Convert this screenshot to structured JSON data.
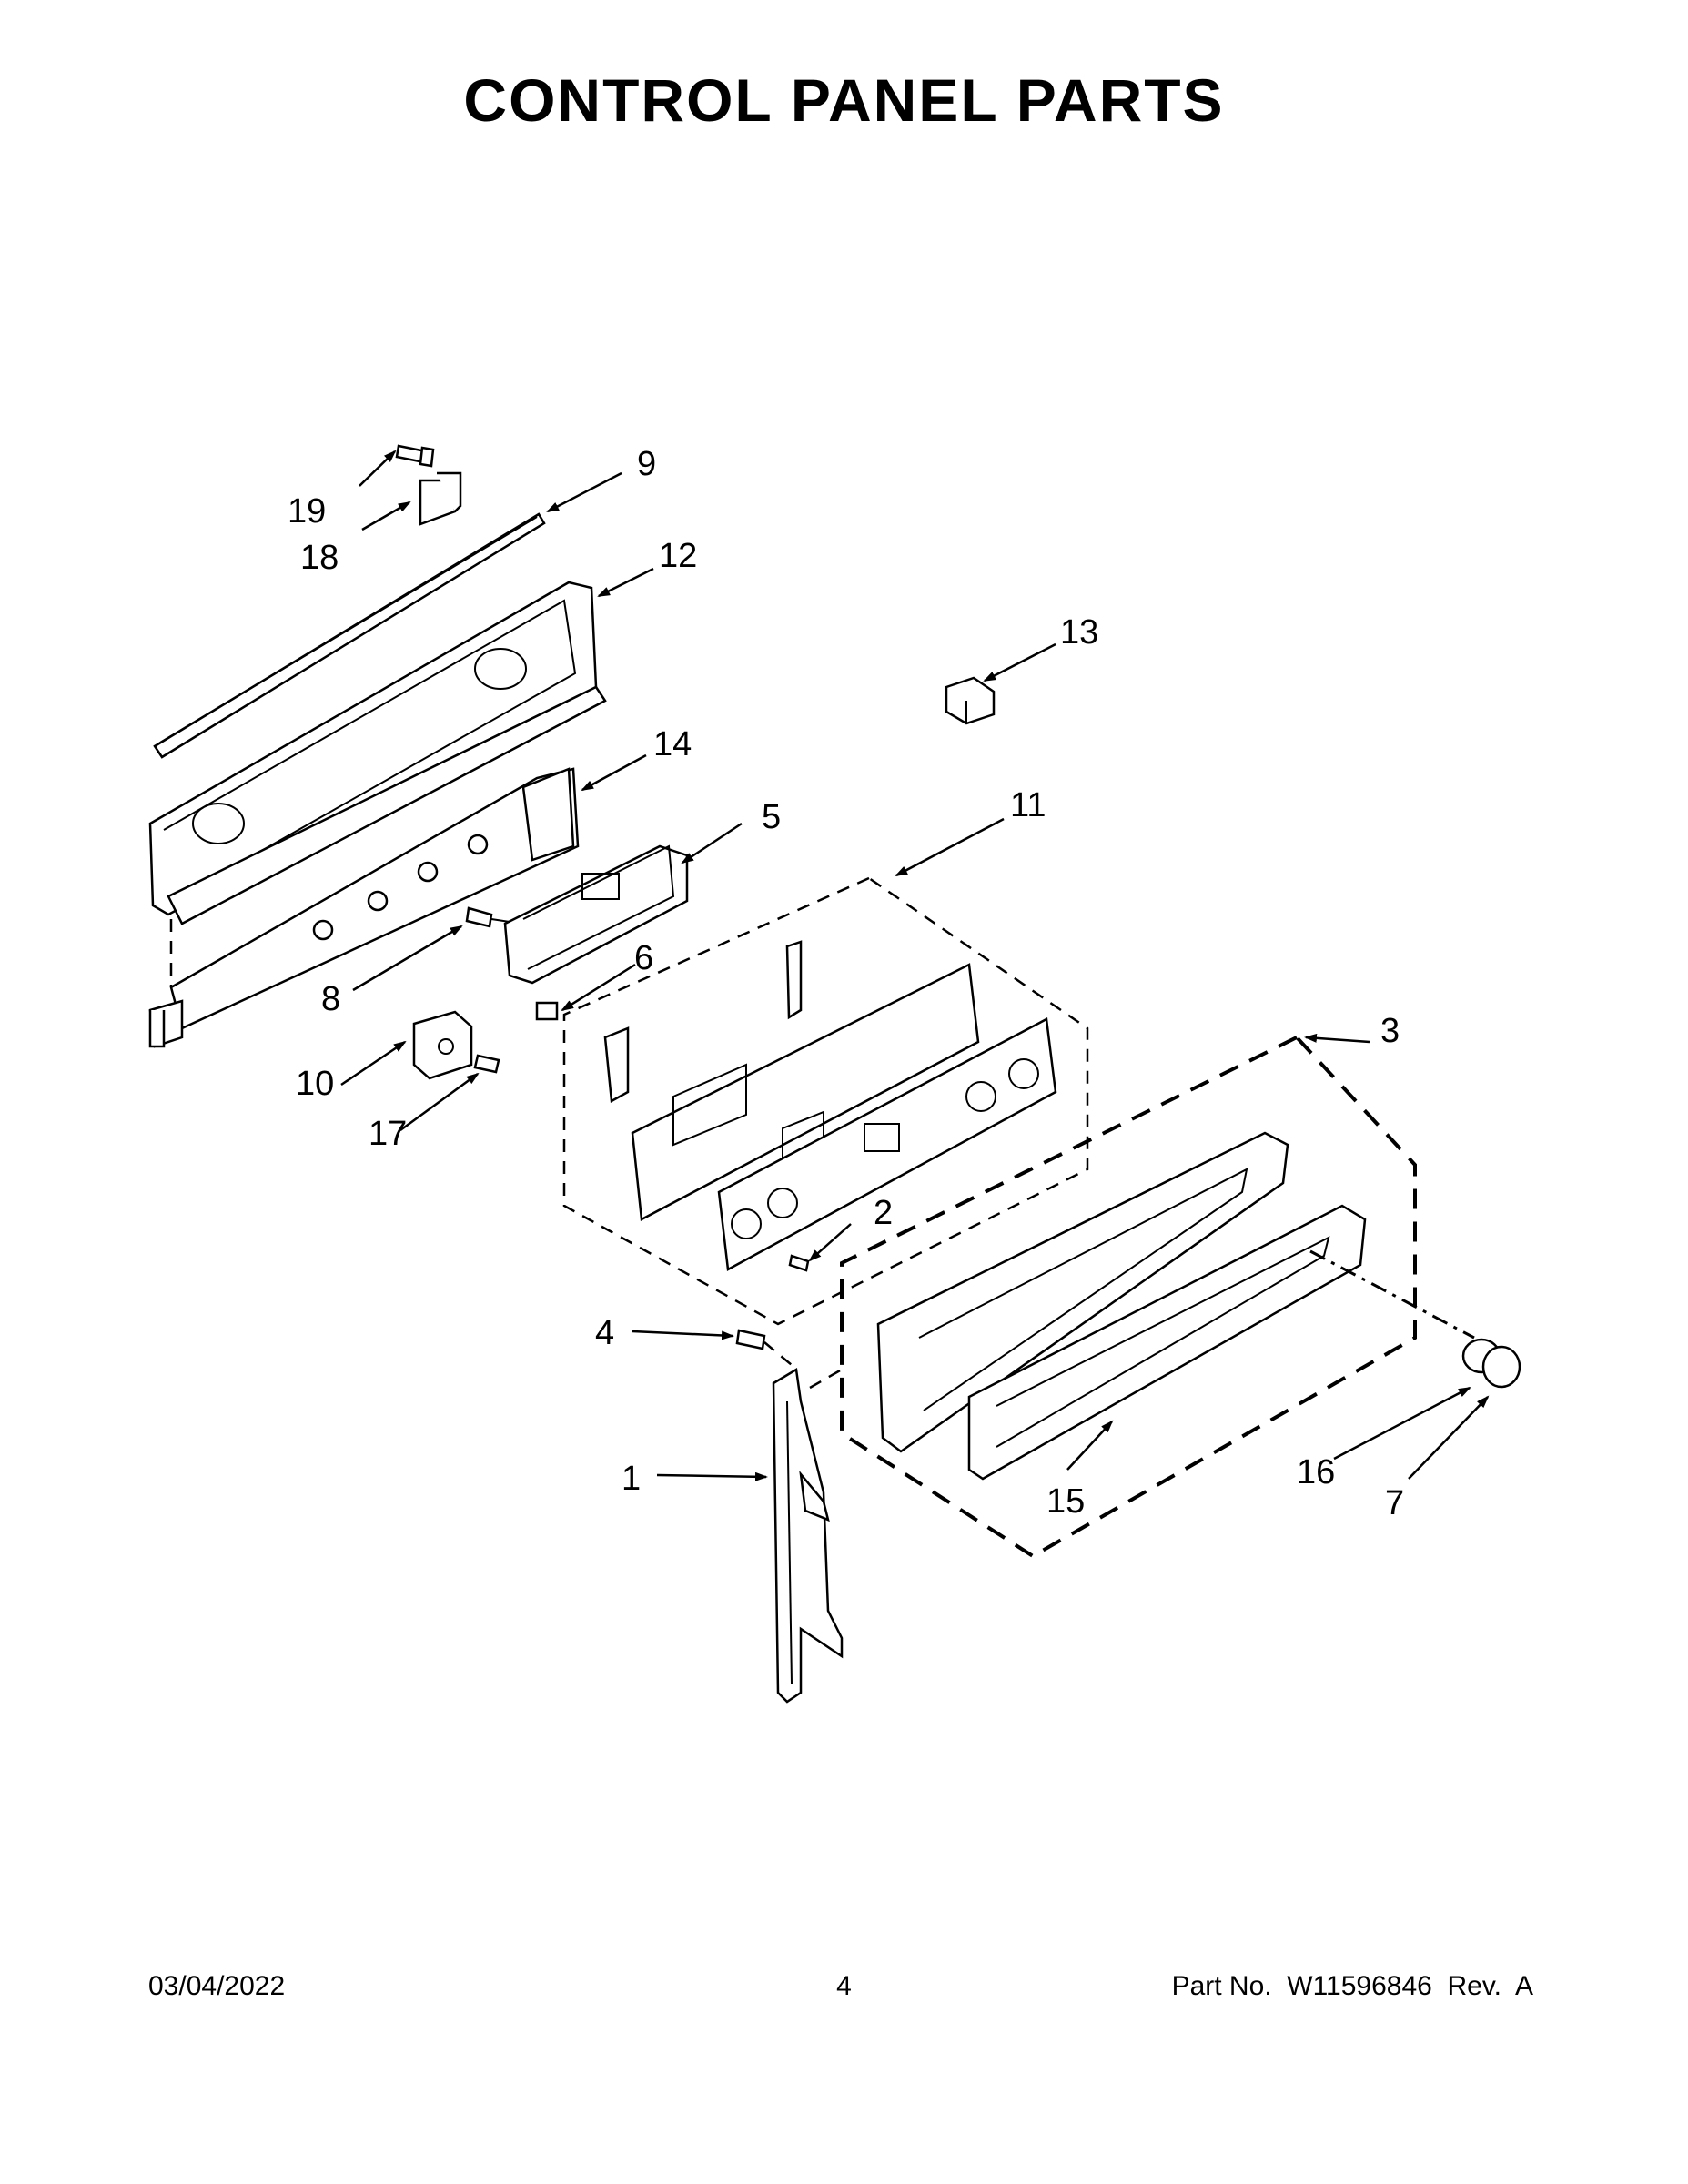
{
  "title": "CONTROL PANEL PARTS",
  "callouts": {
    "c1": "1",
    "c2": "2",
    "c3": "3",
    "c4": "4",
    "c5": "5",
    "c6": "6",
    "c7": "7",
    "c8": "8",
    "c9": "9",
    "c10": "10",
    "c11": "11",
    "c12": "12",
    "c13": "13",
    "c14": "14",
    "c15": "15",
    "c16": "16",
    "c17": "17",
    "c18": "18",
    "c19": "19"
  },
  "footer": {
    "date": "03/04/2022",
    "page": "4",
    "part_number": "Part No.  W11596846  Rev.  A"
  }
}
